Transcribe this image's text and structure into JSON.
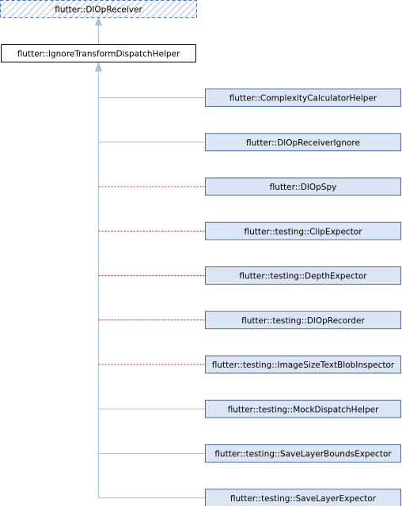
{
  "colors": {
    "edge_solid": "#a6c3d8",
    "edge_dotted": "#a62c2c",
    "node_fill": "#dbe5f3",
    "node_border": "#4a6fa5",
    "base_border": "#000000",
    "hatch": "#c2d3ea"
  },
  "interface_node": {
    "label": "flutter::DlOpReceiver"
  },
  "base_node": {
    "label": "flutter::IgnoreTransformDispatchHelper"
  },
  "derived_nodes": [
    {
      "label": "flutter::ComplexityCalculatorHelper",
      "edge": "solid"
    },
    {
      "label": "flutter::DlOpReceiverIgnore",
      "edge": "solid"
    },
    {
      "label": "flutter::DlOpSpy",
      "edge": "dotted"
    },
    {
      "label": "flutter::testing::ClipExpector",
      "edge": "dotted"
    },
    {
      "label": "flutter::testing::DepthExpector",
      "edge": "dotted"
    },
    {
      "label": "flutter::testing::DlOpRecorder",
      "edge": "dotted"
    },
    {
      "label": "flutter::testing::ImageSizeTextBlobInspector",
      "edge": "dotted"
    },
    {
      "label": "flutter::testing::MockDispatchHelper",
      "edge": "solid"
    },
    {
      "label": "flutter::testing::SaveLayerBoundsExpector",
      "edge": "solid"
    },
    {
      "label": "flutter::testing::SaveLayerExpector",
      "edge": "solid"
    }
  ]
}
